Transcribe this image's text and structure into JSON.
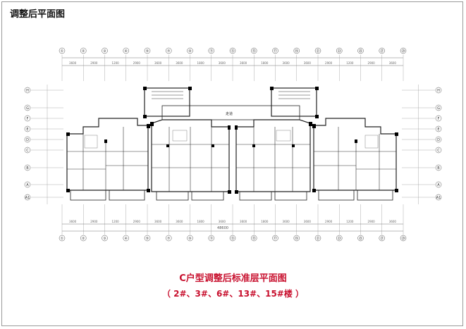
{
  "header": {
    "title": "调整后平面图"
  },
  "plan": {
    "top_axis_labels": [
      "①",
      "②",
      "③",
      "④",
      "⑤",
      "⑦",
      "⑨",
      "⑪",
      "⑬",
      "⑮",
      "⑰",
      "⑲",
      "㉑",
      "㉓",
      "㉕",
      "㉗",
      "㉙"
    ],
    "bottom_axis_labels": [
      "①",
      "②",
      "③",
      "④",
      "⑤",
      "⑦",
      "⑨",
      "⑪",
      "⑬",
      "⑮",
      "⑰",
      "⑲",
      "㉑",
      "㉓",
      "㉕",
      "㉗",
      "㉙"
    ],
    "left_axis_labels": [
      "H",
      "G",
      "F",
      "E",
      "D",
      "C",
      "B",
      "A",
      "A1"
    ],
    "right_axis_labels": [
      "H",
      "G",
      "F",
      "E",
      "D",
      "C",
      "B",
      "A",
      "A1"
    ],
    "top_dims": [
      "3600",
      "2900",
      "1200",
      "2900",
      "3600",
      "3600",
      "1800",
      "3600",
      "3600",
      "1800",
      "3600",
      "3600",
      "2900",
      "1200",
      "2900",
      "3600"
    ],
    "overall_dim": "48600",
    "bottom_dims": [
      "3600",
      "2900",
      "1200",
      "2900",
      "3600",
      "3600",
      "1800",
      "3600",
      "3600",
      "1800",
      "3600",
      "3600",
      "2900",
      "1200",
      "2900",
      "3600"
    ],
    "corridor_label": "走道"
  },
  "caption": {
    "main": "C户型调整后标准层平面图",
    "sub": "（ 2#、3#、6#、13#、15#楼 ）"
  },
  "colors": {
    "caption": "#c8102e",
    "line": "#222222",
    "axis": "#666666",
    "hatch": "#000000"
  }
}
